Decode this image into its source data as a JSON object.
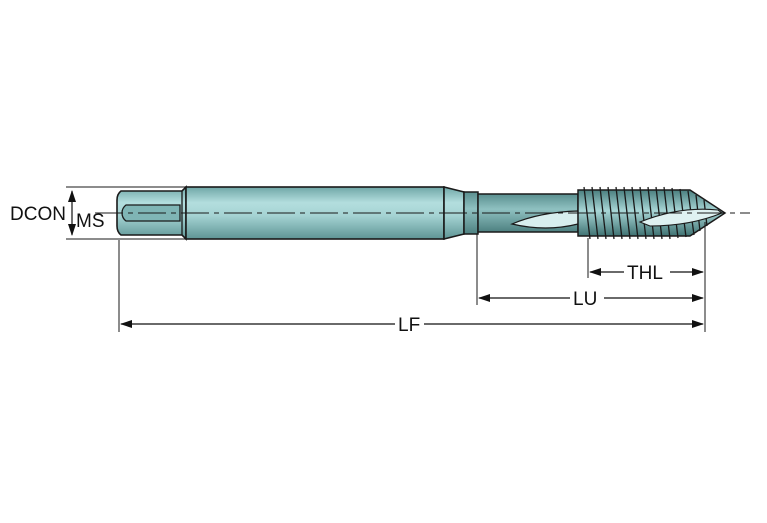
{
  "labels": {
    "dcon": "DCON",
    "ms": "MS",
    "thl": "THL",
    "lu": "LU",
    "lf": "LF"
  },
  "colors": {
    "tool_fill": "#9fd0d0",
    "tool_dark": "#4f8f8f",
    "outline": "#1a1a1a",
    "background": "#ffffff"
  }
}
